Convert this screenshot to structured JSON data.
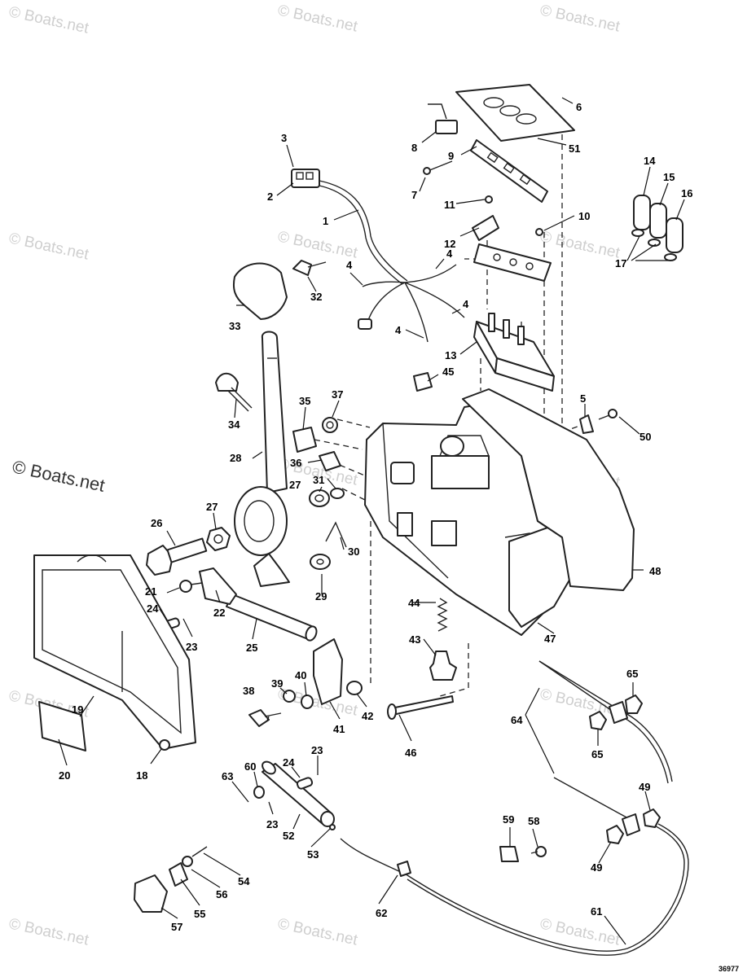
{
  "diagram": {
    "type": "exploded-parts-diagram",
    "drawing_code": "36977",
    "watermark": "© Boats.net",
    "callouts": [
      "1",
      "2",
      "3",
      "4",
      "4",
      "4",
      "4",
      "4",
      "5",
      "6",
      "7",
      "8",
      "9",
      "10",
      "11",
      "12",
      "13",
      "14",
      "15",
      "16",
      "17",
      "18",
      "19",
      "20",
      "21",
      "22",
      "23",
      "23",
      "23",
      "24",
      "24",
      "25",
      "26",
      "27",
      "27",
      "28",
      "29",
      "30",
      "31",
      "32",
      "33",
      "34",
      "35",
      "36",
      "37",
      "38",
      "39",
      "40",
      "41",
      "42",
      "43",
      "44",
      "45",
      "46",
      "47",
      "48",
      "49",
      "49",
      "50",
      "51",
      "52",
      "53",
      "54",
      "55",
      "56",
      "57",
      "58",
      "59",
      "60",
      "61",
      "62",
      "63",
      "64",
      "65",
      "65"
    ]
  }
}
